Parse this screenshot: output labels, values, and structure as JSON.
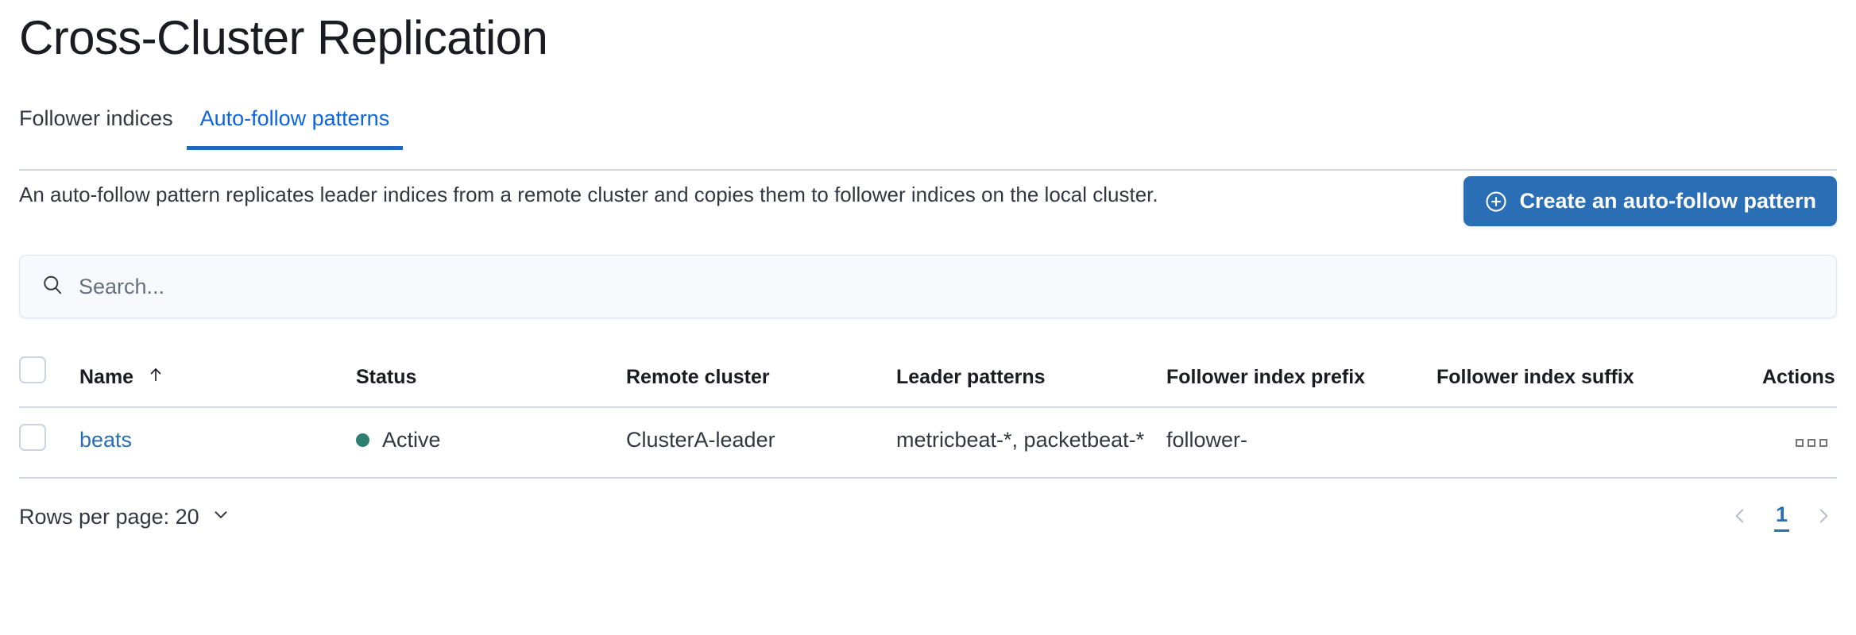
{
  "page": {
    "title": "Cross-Cluster Replication"
  },
  "tabs": [
    {
      "label": "Follower indices",
      "active": false
    },
    {
      "label": "Auto-follow patterns",
      "active": true
    }
  ],
  "intro": {
    "description": "An auto-follow pattern replicates leader indices from a remote cluster and copies them to follower indices on the local cluster.",
    "create_button_label": "Create an auto-follow pattern",
    "create_button_icon": "plus-in-circle-icon",
    "button_color": "#2a6eb5"
  },
  "search": {
    "placeholder": "Search...",
    "value": "",
    "icon": "search-icon"
  },
  "table": {
    "columns": [
      "Name",
      "Status",
      "Remote cluster",
      "Leader patterns",
      "Follower index prefix",
      "Follower index suffix",
      "Actions"
    ],
    "sort": {
      "column": "Name",
      "direction": "asc",
      "icon": "arrow-up-icon"
    },
    "rows": [
      {
        "name": "beats",
        "status": "Active",
        "status_color": "#2e7f70",
        "remote_cluster": "ClusterA-leader",
        "leader_patterns": "metricbeat-*, packetbeat-*",
        "follower_index_prefix": "follower-",
        "follower_index_suffix": "",
        "actions_icon": "more-actions-icon"
      }
    ]
  },
  "footer": {
    "rows_per_page_label": "Rows per page: 20",
    "rows_per_page_icon": "chevron-down-icon",
    "prev_icon": "chevron-left-icon",
    "next_icon": "chevron-right-icon",
    "current_page": "1"
  }
}
